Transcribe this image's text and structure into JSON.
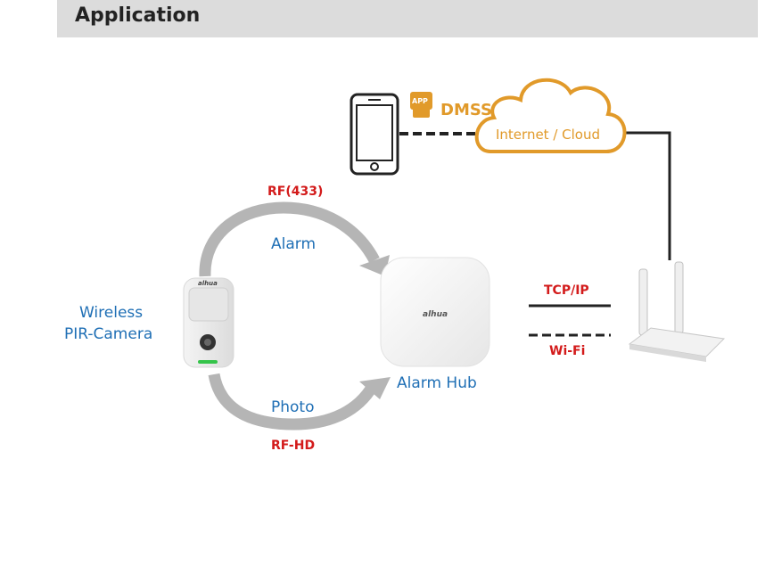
{
  "header": {
    "title": "Application"
  },
  "labels": {
    "app_badge": "APP",
    "dmss": "DMSS",
    "cloud": "Internet / Cloud",
    "rf433": "RF(433)",
    "alarm": "Alarm",
    "camera_line1": "Wireless",
    "camera_line2": "PIR-Camera",
    "hub_brand": "alhua",
    "camera_brand": "alhua",
    "tcpip": "TCP/IP",
    "wifi": "Wi-Fi",
    "hub": "Alarm Hub",
    "photo": "Photo",
    "rfhd": "RF-HD"
  },
  "colors": {
    "label_blue": "#1f6fb5",
    "protocol_red": "#d31b1b",
    "cloud_orange": "#e19a2a",
    "line_dark": "#222222",
    "arrow_gray": "#b5b5b5"
  }
}
